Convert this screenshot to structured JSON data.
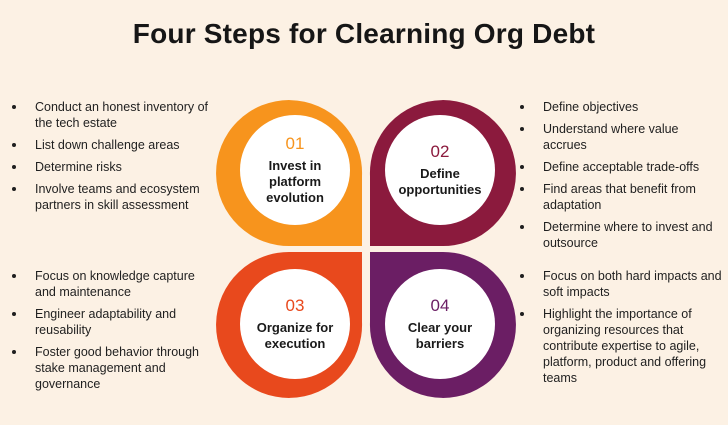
{
  "title": "Four Steps for Clearning Org Debt",
  "colors": {
    "q1": "#f7941d",
    "q2": "#8b1a3d",
    "q3": "#e8491d",
    "q4": "#6b1e64",
    "background": "#fcf1e4"
  },
  "steps": [
    {
      "num": "01",
      "label": "Invest in\nplatform\nevolution"
    },
    {
      "num": "02",
      "label": "Define\nopportunities"
    },
    {
      "num": "03",
      "label": "Organize for\nexecution"
    },
    {
      "num": "04",
      "label": "Clear your\nbarriers"
    }
  ],
  "bullets": {
    "q1": [
      "Conduct an honest inventory of the tech estate",
      "List down challenge areas",
      "Determine risks",
      "Involve teams and ecosystem partners in skill assessment"
    ],
    "q2": [
      "Define objectives",
      "Understand where value accrues",
      "Define acceptable trade-offs",
      "Find areas that benefit from adaptation",
      "Determine where to invest and outsource"
    ],
    "q3": [
      "Focus on knowledge capture and maintenance",
      "Engineer adaptability and reusability",
      "Foster good behavior through stake management and governance"
    ],
    "q4": [
      "Focus on both hard impacts and soft impacts",
      "Highlight the importance of organizing resources that contribute expertise to agile, platform, product and offering teams"
    ]
  }
}
